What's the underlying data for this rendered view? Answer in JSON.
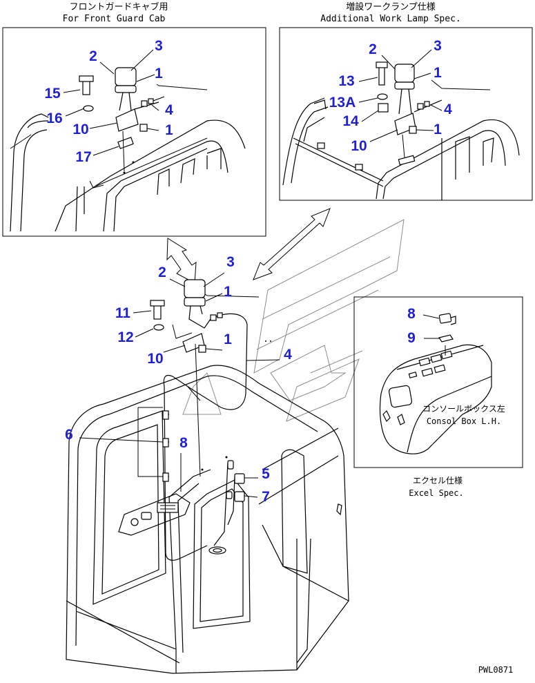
{
  "captions": {
    "front_guard_jp": "フロントガードキャブ用",
    "front_guard_en": "For Front Guard Cab",
    "work_lamp_jp": "増設ワークランプ仕様",
    "work_lamp_en": "Additional Work Lamp Spec.",
    "console_jp": "コンソールボックス左",
    "console_en": "Consol Box L.H.",
    "excel_jp": "エクセル仕様",
    "excel_en": "Excel Spec.",
    "drawing_code": "PWL0871"
  },
  "callouts": {
    "p1_2": "2",
    "p1_3": "3",
    "p1_1a": "1",
    "p1_15": "15",
    "p1_16": "16",
    "p1_4": "4",
    "p1_10": "10",
    "p1_1b": "1",
    "p1_17": "17",
    "p2_2": "2",
    "p2_3": "3",
    "p2_13": "13",
    "p2_1a": "1",
    "p2_13a": "13A",
    "p2_14": "14",
    "p2_4": "4",
    "p2_10": "10",
    "p2_1b": "1",
    "m_3": "3",
    "m_2": "2",
    "m_1a": "1",
    "m_11": "11",
    "m_12": "12",
    "m_1b": "1",
    "m_10": "10",
    "m_4": "4",
    "m_6": "6",
    "m_8": "8",
    "m_5": "5",
    "m_7": "7",
    "p3_8": "8",
    "p3_9": "9"
  },
  "colors": {
    "callout": "#1f1fd6",
    "line": "#000000",
    "watermark": "#8c8c8c"
  }
}
